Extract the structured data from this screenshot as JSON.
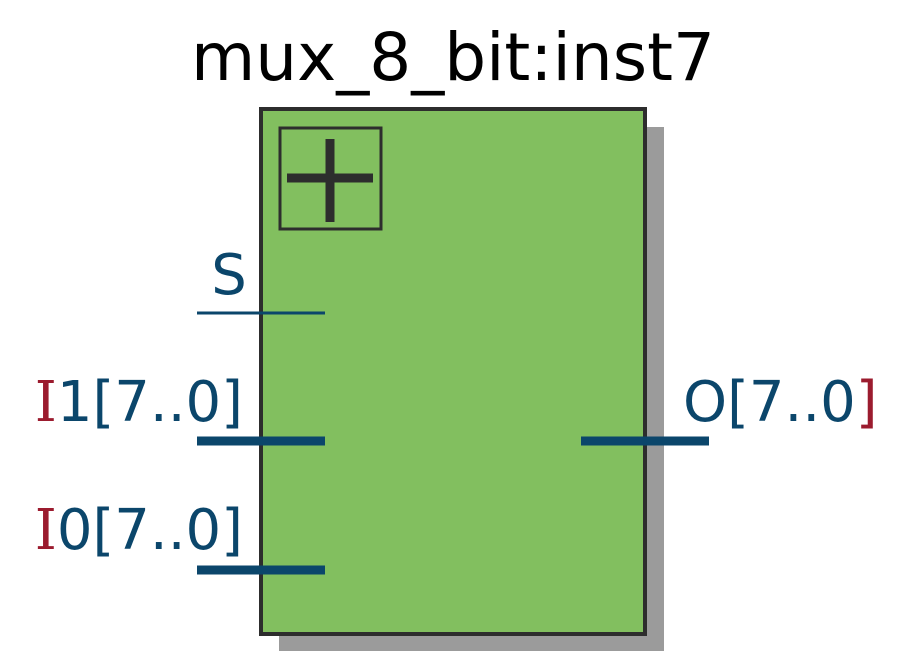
{
  "block": {
    "title": "mux_8_bit:inst7",
    "expand_glyph": "+",
    "fill_color": "#82bf5f",
    "border_color": "#2d2d2d",
    "shadow_color": "#9b9b9b"
  },
  "ports": {
    "s": {
      "label": "S"
    },
    "i1": {
      "prefix": "I",
      "rest": "1[7..0]"
    },
    "i0": {
      "prefix": "I",
      "rest": "0[7..0]"
    },
    "o": {
      "prefix": "O[7..0",
      "suffix": "]"
    }
  },
  "colors": {
    "port_text": "#0b466b",
    "port_accent": "#9b1b2e",
    "wire": "#0b466b"
  }
}
